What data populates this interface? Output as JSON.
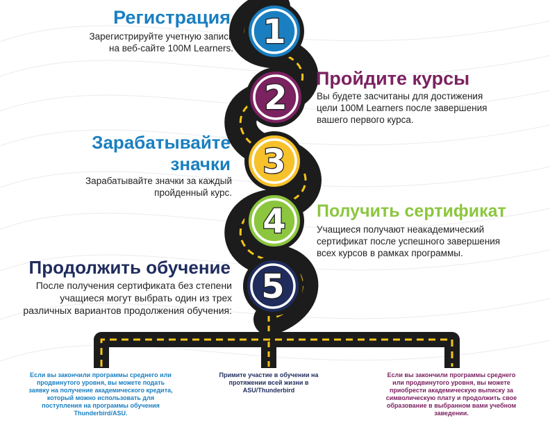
{
  "colors": {
    "blue": "#1a7fc0",
    "purple": "#7b2260",
    "yellow": "#f6c12a",
    "green": "#8cc63f",
    "navy": "#1f2c5c",
    "road": "#1c1c1c",
    "lane": "#f5c518",
    "bg_line": "#ebebf2"
  },
  "steps": [
    {
      "number": "1",
      "title": "Регистрация",
      "description_lines": [
        "Зарегистрируйте учетную запись",
        "на веб-сайте 100M Learners."
      ]
    },
    {
      "number": "2",
      "title": "Пройдите курсы",
      "description_lines": [
        "Вы будете засчитаны для достижения",
        "цели 100M Learners после завершения",
        "вашего первого курса."
      ]
    },
    {
      "number": "3",
      "title_lines": [
        "Зарабатывайте",
        "значки"
      ],
      "description_lines": [
        "Зарабатывайте значки за каждый",
        "пройденный курс."
      ]
    },
    {
      "number": "4",
      "title": "Получить сертификат",
      "description_lines": [
        "Учащиеся получают неакадемический",
        "сертификат после успешного завершения",
        "всех курсов в рамках программы."
      ]
    },
    {
      "number": "5",
      "title": "Продолжить обучение",
      "description_lines": [
        "После получения сертификата без степени",
        "учащиеся могут выбрать один из трех",
        "различных вариантов продолжения обучения:"
      ]
    }
  ],
  "branches": [
    {
      "lines": [
        "Если вы закончили программы среднего или",
        "продвинутого уровня, вы можете подать",
        "заявку на получение академического кредита,",
        "который можно использовать для",
        "поступления на программы обучения",
        "Thunderbird/ASU."
      ]
    },
    {
      "lines": [
        "Примите участие в обучении на",
        "протяжении всей жизни в",
        "ASU/Thunderbird"
      ]
    },
    {
      "lines": [
        "Если вы закончили программы среднего",
        "или продвинутого уровня, вы можете",
        "приобрести академическую выписку за",
        "символическую плату и продолжить свое",
        "образование в выбранном вами учебном",
        "заведении."
      ]
    }
  ]
}
